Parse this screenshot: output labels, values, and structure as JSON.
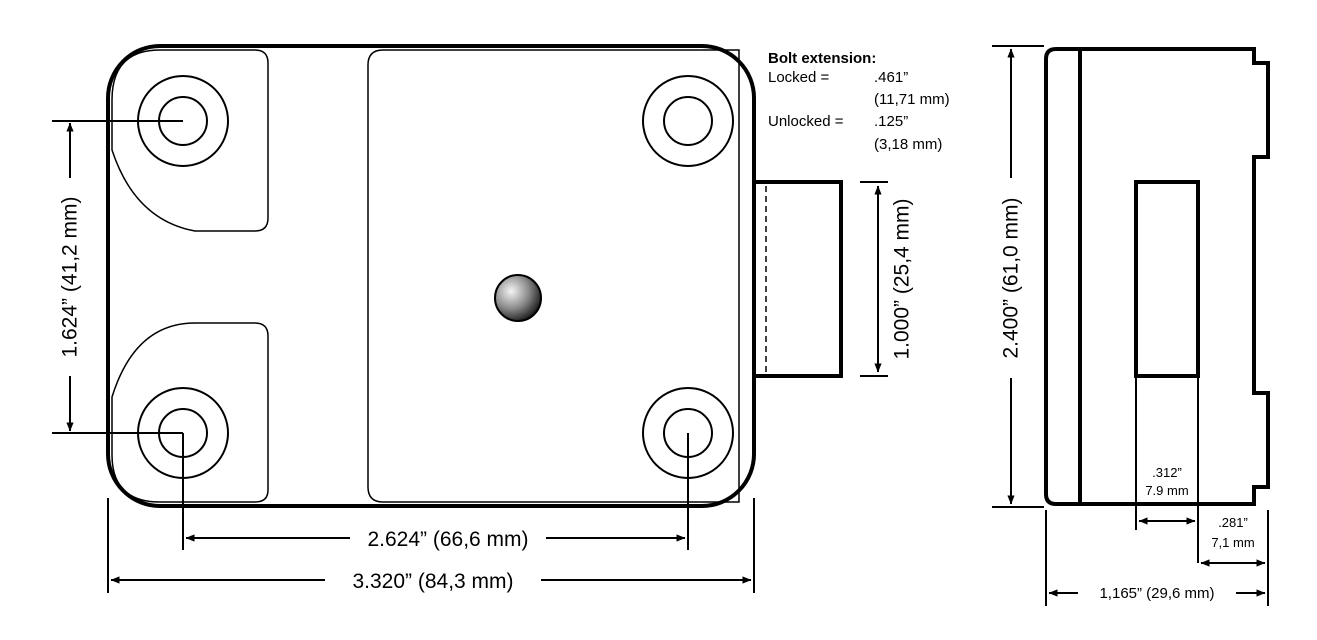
{
  "bolt_extension": {
    "heading": "Bolt extension:",
    "locked_label": "Locked =",
    "locked_in": ".461”",
    "locked_mm": "(11,71 mm)",
    "unlocked_label": "Unlocked =",
    "unlocked_in": ".125”",
    "unlocked_mm": "(3,18 mm)"
  },
  "dimensions": {
    "mount_hole_vertical": "1.624” (41,2 mm)",
    "mount_hole_horizontal": "2.624” (66,6 mm)",
    "case_width": "3.320” (84,3 mm)",
    "bolt_height": "1.000” (25,4 mm)",
    "case_height": "2.400” (61,0 mm)",
    "bolt_width_in": ".312”",
    "bolt_width_mm": "7.9 mm",
    "offset_in": ".281”",
    "offset_mm": "7,1 mm",
    "case_depth": "1,165” (29,6 mm)"
  }
}
